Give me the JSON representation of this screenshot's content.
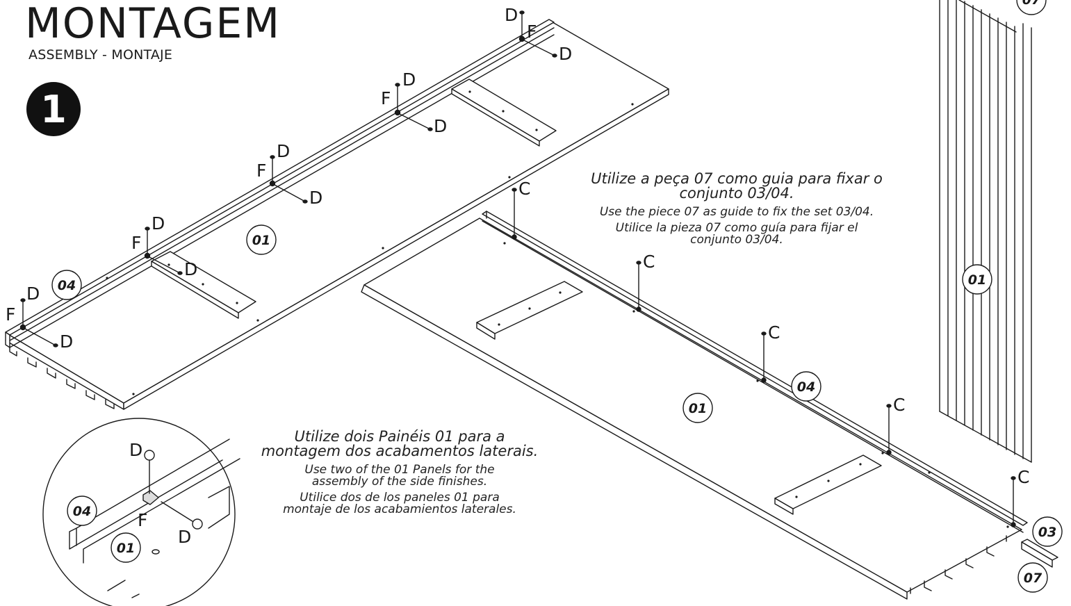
{
  "header": {
    "title": "MONTAGEM",
    "subtitle": "ASSEMBLY - MONTAJE",
    "step": "1"
  },
  "notes": {
    "guide": {
      "pt": [
        "Utilize a peça 07 como guia para fixar o",
        "conjunto 03/04."
      ],
      "en": [
        "Use the piece 07 as guide to fix the set 03/04."
      ],
      "es": [
        "Utilice la pieza 07 como guía para fijar el",
        "conjunto 03/04."
      ]
    },
    "panels": {
      "pt": [
        "Utilize dois Painéis 01 para a",
        "montagem dos acabamentos laterais."
      ],
      "en": [
        "Use two of the 01 Panels for the",
        "assembly of the side finishes."
      ],
      "es": [
        "Utilice dos de los paneles 01 para",
        "montaje de los acabamientos laterales."
      ]
    }
  },
  "parts": {
    "panel": "01",
    "rail": "04",
    "strip": "03",
    "guide": "07",
    "screw": "D",
    "bracket": "F",
    "screw_c": "C"
  },
  "colors": {
    "line": "#1a1a1a",
    "fill": "#ffffff"
  }
}
